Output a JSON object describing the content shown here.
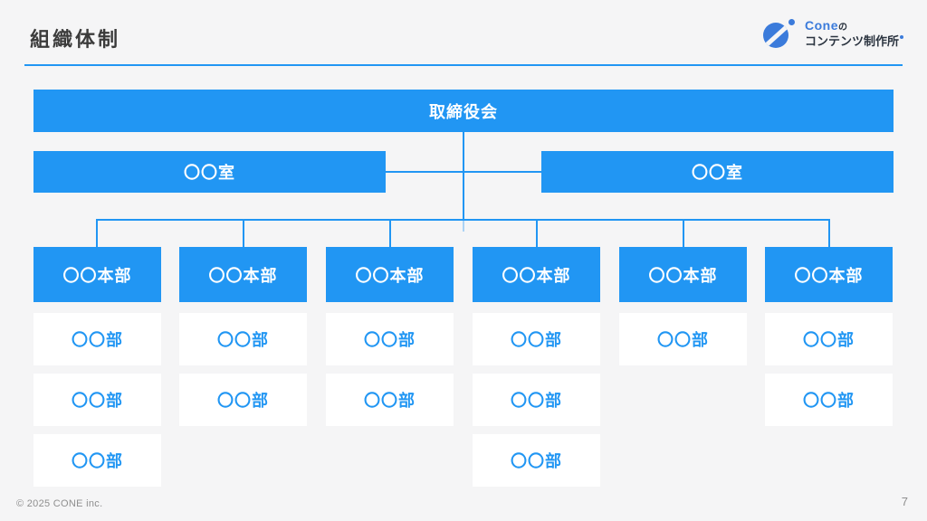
{
  "page": {
    "title": "組織体制",
    "copyright": "© 2025 CONE inc.",
    "page_number": "7"
  },
  "logo": {
    "brand": "Cone",
    "suffix": "の",
    "subtitle": "コンテンツ制作所",
    "icon": "cone-circle-slash-icon"
  },
  "colors": {
    "accent": "#2196F3",
    "logo_blue": "#3B7BDB",
    "page_bg": "#F5F5F6",
    "card_bg": "#FFFFFF",
    "title_text": "#3B3B3B",
    "footer_gray": "#8E8E8E"
  },
  "org": {
    "board": {
      "label": "取締役会"
    },
    "rooms": [
      {
        "label": "〇〇室"
      },
      {
        "label": "〇〇室"
      }
    ],
    "divisions": [
      {
        "label": "〇〇本部",
        "departments": [
          "〇〇部",
          "〇〇部",
          "〇〇部"
        ]
      },
      {
        "label": "〇〇本部",
        "departments": [
          "〇〇部",
          "〇〇部"
        ]
      },
      {
        "label": "〇〇本部",
        "departments": [
          "〇〇部",
          "〇〇部"
        ]
      },
      {
        "label": "〇〇本部",
        "departments": [
          "〇〇部",
          "〇〇部",
          "〇〇部"
        ]
      },
      {
        "label": "〇〇本部",
        "departments": [
          "〇〇部"
        ]
      },
      {
        "label": "〇〇本部",
        "departments": [
          "〇〇部",
          "〇〇部"
        ]
      }
    ]
  }
}
